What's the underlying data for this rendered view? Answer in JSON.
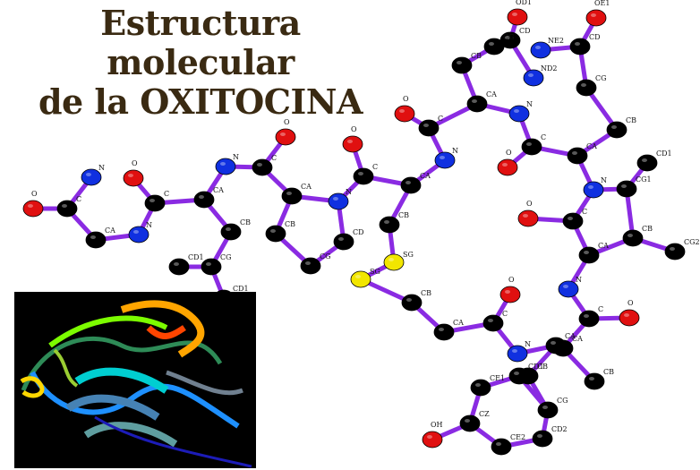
{
  "title": {
    "line1": "Estructura molecular",
    "line2": "de la OXITOCINA"
  },
  "colors": {
    "bond": "#8a2be2",
    "carbon": "#000000",
    "oxygen": "#e01010",
    "nitrogen": "#1030e0",
    "sulfur": "#f2e600",
    "title": "#3a2a12"
  },
  "molecule": {
    "atoms": [
      {
        "id": "a0",
        "el": "O",
        "label": "O"
      },
      {
        "id": "a1",
        "el": "C",
        "label": "C"
      },
      {
        "id": "a2",
        "el": "N",
        "label": "N"
      },
      {
        "id": "a3",
        "el": "C",
        "label": "CA"
      },
      {
        "id": "a4",
        "el": "N",
        "label": "N"
      },
      {
        "id": "a5",
        "el": "C",
        "label": "C"
      },
      {
        "id": "a6",
        "el": "O",
        "label": "O"
      },
      {
        "id": "a7",
        "el": "C",
        "label": "CA"
      },
      {
        "id": "a8",
        "el": "C",
        "label": "CB"
      },
      {
        "id": "a9",
        "el": "C",
        "label": "CG"
      },
      {
        "id": "a10",
        "el": "C",
        "label": "CD1"
      },
      {
        "id": "a11",
        "el": "C",
        "label": "CD1"
      },
      {
        "id": "a12",
        "el": "N",
        "label": "N"
      },
      {
        "id": "a13",
        "el": "C",
        "label": "C"
      },
      {
        "id": "a14",
        "el": "O",
        "label": "O"
      },
      {
        "id": "a15",
        "el": "C",
        "label": "CA"
      },
      {
        "id": "a16",
        "el": "C",
        "label": "CB"
      },
      {
        "id": "a17",
        "el": "C",
        "label": "CG"
      },
      {
        "id": "a18",
        "el": "C",
        "label": "CD"
      },
      {
        "id": "a19",
        "el": "N",
        "label": "N"
      },
      {
        "id": "a20",
        "el": "C",
        "label": "C"
      },
      {
        "id": "a21",
        "el": "O",
        "label": "O"
      },
      {
        "id": "a22",
        "el": "C",
        "label": "CA"
      },
      {
        "id": "a23",
        "el": "C",
        "label": "CB"
      },
      {
        "id": "a24",
        "el": "S",
        "label": "SG"
      },
      {
        "id": "a25",
        "el": "S",
        "label": "SG"
      },
      {
        "id": "a26",
        "el": "N",
        "label": "N"
      },
      {
        "id": "a27",
        "el": "C",
        "label": "C"
      },
      {
        "id": "a28",
        "el": "O",
        "label": "O"
      },
      {
        "id": "a29",
        "el": "C",
        "label": "CA"
      },
      {
        "id": "a30",
        "el": "C",
        "label": "CB"
      },
      {
        "id": "a31",
        "el": "C",
        "label": "CG"
      },
      {
        "id": "a32",
        "el": "C",
        "label": "CD"
      },
      {
        "id": "a33",
        "el": "O",
        "label": "OD1"
      },
      {
        "id": "a34",
        "el": "N",
        "label": "ND2"
      },
      {
        "id": "a35",
        "el": "N",
        "label": "N"
      },
      {
        "id": "a36",
        "el": "C",
        "label": "C"
      },
      {
        "id": "a37",
        "el": "O",
        "label": "O"
      },
      {
        "id": "a38",
        "el": "C",
        "label": "CA"
      },
      {
        "id": "a39",
        "el": "C",
        "label": "CB"
      },
      {
        "id": "a40",
        "el": "C",
        "label": "CG"
      },
      {
        "id": "a41",
        "el": "C",
        "label": "CD"
      },
      {
        "id": "a42",
        "el": "O",
        "label": "OE1"
      },
      {
        "id": "a43",
        "el": "N",
        "label": "NE2"
      },
      {
        "id": "a44",
        "el": "N",
        "label": "N"
      },
      {
        "id": "a45",
        "el": "C",
        "label": "CG1"
      },
      {
        "id": "a46",
        "el": "C",
        "label": "CD1"
      },
      {
        "id": "a47",
        "el": "C",
        "label": "CB"
      },
      {
        "id": "a48",
        "el": "C",
        "label": "CG2"
      },
      {
        "id": "a49",
        "el": "C",
        "label": "C"
      },
      {
        "id": "a50",
        "el": "O",
        "label": "O"
      },
      {
        "id": "a51",
        "el": "C",
        "label": "CA"
      },
      {
        "id": "a52",
        "el": "N",
        "label": "N"
      },
      {
        "id": "a53",
        "el": "C",
        "label": "C"
      },
      {
        "id": "a54",
        "el": "O",
        "label": "O"
      },
      {
        "id": "a55",
        "el": "C",
        "label": "CA"
      },
      {
        "id": "a56",
        "el": "C",
        "label": "CB"
      },
      {
        "id": "a57",
        "el": "C",
        "label": "CB"
      },
      {
        "id": "a58",
        "el": "C",
        "label": "CA"
      },
      {
        "id": "a59",
        "el": "C",
        "label": "C"
      },
      {
        "id": "a60",
        "el": "O",
        "label": "O"
      },
      {
        "id": "a61",
        "el": "N",
        "label": "N"
      },
      {
        "id": "a62",
        "el": "C",
        "label": "CA"
      },
      {
        "id": "a63",
        "el": "C",
        "label": "CB"
      },
      {
        "id": "a64",
        "el": "C",
        "label": "CG"
      },
      {
        "id": "a65",
        "el": "C",
        "label": "CD1"
      },
      {
        "id": "a66",
        "el": "C",
        "label": "CD2"
      },
      {
        "id": "a67",
        "el": "C",
        "label": "CE1"
      },
      {
        "id": "a68",
        "el": "C",
        "label": "CZ"
      },
      {
        "id": "a69",
        "el": "C",
        "label": "CE2"
      },
      {
        "id": "a70",
        "el": "O",
        "label": "OH"
      }
    ],
    "bonds": [
      [
        "a0",
        "a1"
      ],
      [
        "a1",
        "a2"
      ],
      [
        "a1",
        "a3"
      ],
      [
        "a3",
        "a4"
      ],
      [
        "a4",
        "a5"
      ],
      [
        "a5",
        "a6"
      ],
      [
        "a5",
        "a7"
      ],
      [
        "a7",
        "a8"
      ],
      [
        "a8",
        "a9"
      ],
      [
        "a9",
        "a10"
      ],
      [
        "a9",
        "a11"
      ],
      [
        "a7",
        "a12"
      ],
      [
        "a12",
        "a13"
      ],
      [
        "a13",
        "a14"
      ],
      [
        "a13",
        "a15"
      ],
      [
        "a15",
        "a16"
      ],
      [
        "a16",
        "a17"
      ],
      [
        "a17",
        "a18"
      ],
      [
        "a18",
        "a19"
      ],
      [
        "a15",
        "a19"
      ],
      [
        "a19",
        "a20"
      ],
      [
        "a20",
        "a21"
      ],
      [
        "a20",
        "a22"
      ],
      [
        "a22",
        "a23"
      ],
      [
        "a23",
        "a24"
      ],
      [
        "a24",
        "a25"
      ],
      [
        "a22",
        "a26"
      ],
      [
        "a26",
        "a27"
      ],
      [
        "a27",
        "a28"
      ],
      [
        "a27",
        "a29"
      ],
      [
        "a29",
        "a30"
      ],
      [
        "a30",
        "a31"
      ],
      [
        "a31",
        "a32"
      ],
      [
        "a32",
        "a33"
      ],
      [
        "a32",
        "a34"
      ],
      [
        "a29",
        "a35"
      ],
      [
        "a35",
        "a36"
      ],
      [
        "a36",
        "a37"
      ],
      [
        "a36",
        "a38"
      ],
      [
        "a38",
        "a39"
      ],
      [
        "a39",
        "a40"
      ],
      [
        "a40",
        "a41"
      ],
      [
        "a41",
        "a42"
      ],
      [
        "a41",
        "a43"
      ],
      [
        "a38",
        "a44"
      ],
      [
        "a44",
        "a45"
      ],
      [
        "a45",
        "a46"
      ],
      [
        "a45",
        "a47"
      ],
      [
        "a47",
        "a48"
      ],
      [
        "a44",
        "a49"
      ],
      [
        "a49",
        "a50"
      ],
      [
        "a49",
        "a51"
      ],
      [
        "a47",
        "a51"
      ],
      [
        "a51",
        "a52"
      ],
      [
        "a52",
        "a53"
      ],
      [
        "a53",
        "a54"
      ],
      [
        "a53",
        "a55"
      ],
      [
        "a55",
        "a56"
      ],
      [
        "a25",
        "a57"
      ],
      [
        "a57",
        "a58"
      ],
      [
        "a58",
        "a59"
      ],
      [
        "a59",
        "a60"
      ],
      [
        "a59",
        "a61"
      ],
      [
        "a61",
        "a62"
      ],
      [
        "a55",
        "a62"
      ],
      [
        "a62",
        "a63"
      ],
      [
        "a63",
        "a64"
      ],
      [
        "a64",
        "a65"
      ],
      [
        "a65",
        "a67"
      ],
      [
        "a67",
        "a68"
      ],
      [
        "a68",
        "a69"
      ],
      [
        "a69",
        "a66"
      ],
      [
        "a66",
        "a64"
      ],
      [
        "a68",
        "a70"
      ]
    ]
  }
}
